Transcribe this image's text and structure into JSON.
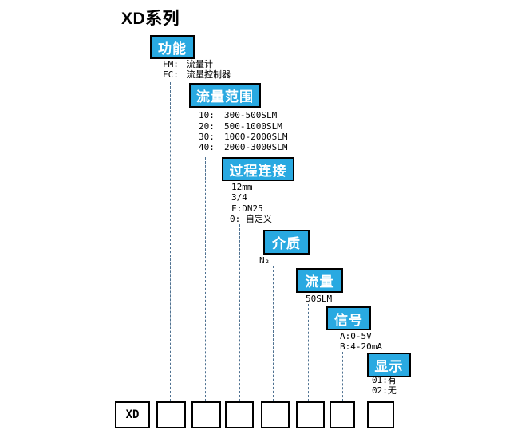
{
  "title": "XD系列",
  "colors": {
    "box_fill": "#29a9e1",
    "box_border": "#000000",
    "leader_line": "#4e7191",
    "text": "#000000",
    "box_text": "#ffffff"
  },
  "levels": [
    {
      "label": "功能",
      "options": [
        {
          "code": "FM:",
          "text": "流量计"
        },
        {
          "code": "FC:",
          "text": "流量控制器"
        }
      ]
    },
    {
      "label": "流量范围",
      "options": [
        {
          "code": "10:",
          "text": "300-500SLM"
        },
        {
          "code": "20:",
          "text": "500-1000SLM"
        },
        {
          "code": "30:",
          "text": "1000-2000SLM"
        },
        {
          "code": "40:",
          "text": "2000-3000SLM"
        }
      ]
    },
    {
      "label": "过程连接",
      "options": [
        {
          "code": "",
          "text": "12mm"
        },
        {
          "code": "",
          "text": "3/4"
        },
        {
          "code": "",
          "text": "F:DN25"
        },
        {
          "code": "",
          "text": "0: 自定义"
        }
      ]
    },
    {
      "label": "介质",
      "options": [
        {
          "code": "",
          "text": "N₂"
        }
      ]
    },
    {
      "label": "流量",
      "options": [
        {
          "code": "",
          "text": "50SLM"
        }
      ]
    },
    {
      "label": "信号",
      "options": [
        {
          "code": "",
          "text": "A:0-5V"
        },
        {
          "code": "",
          "text": "B:4-20mA"
        }
      ]
    },
    {
      "label": "显示",
      "options": [
        {
          "code": "",
          "text": "01:有"
        },
        {
          "code": "",
          "text": "02:无"
        }
      ]
    }
  ],
  "code_slots": [
    {
      "value": "XD"
    },
    {
      "value": ""
    },
    {
      "value": ""
    },
    {
      "value": ""
    },
    {
      "value": ""
    },
    {
      "value": ""
    },
    {
      "value": ""
    },
    {
      "value": ""
    }
  ]
}
